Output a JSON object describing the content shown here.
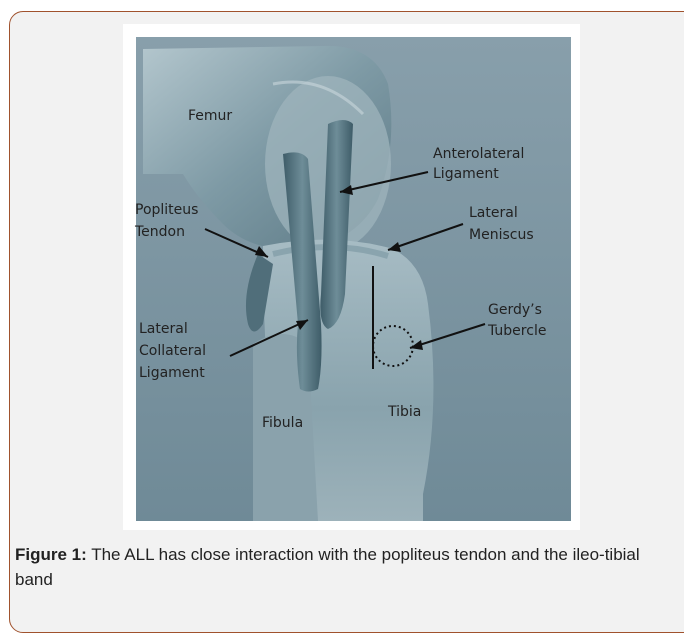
{
  "figure": {
    "labels": {
      "femur": "Femur",
      "anterolateral_1": "Anterolateral",
      "anterolateral_2": "Ligament",
      "popliteus_1": "Popliteus",
      "popliteus_2": "Tendon",
      "lateral_meniscus_1": "Lateral",
      "lateral_meniscus_2": "Meniscus",
      "gerdys_1": "Gerdy’s",
      "gerdys_2": "Tubercle",
      "lcl_1": "Lateral",
      "lcl_2": "Collateral",
      "lcl_3": "Ligament",
      "fibula": "Fibula",
      "tibia": "Tibia"
    },
    "colors": {
      "background": "#7d97a3",
      "bone": "#5f7f8c",
      "bone_light": "#a7bcc4",
      "ligament": "#4a6874"
    }
  },
  "caption": {
    "label": "Figure 1:",
    "text": " The ALL has close interaction with the popliteus tendon and the ileo-tibial band"
  }
}
